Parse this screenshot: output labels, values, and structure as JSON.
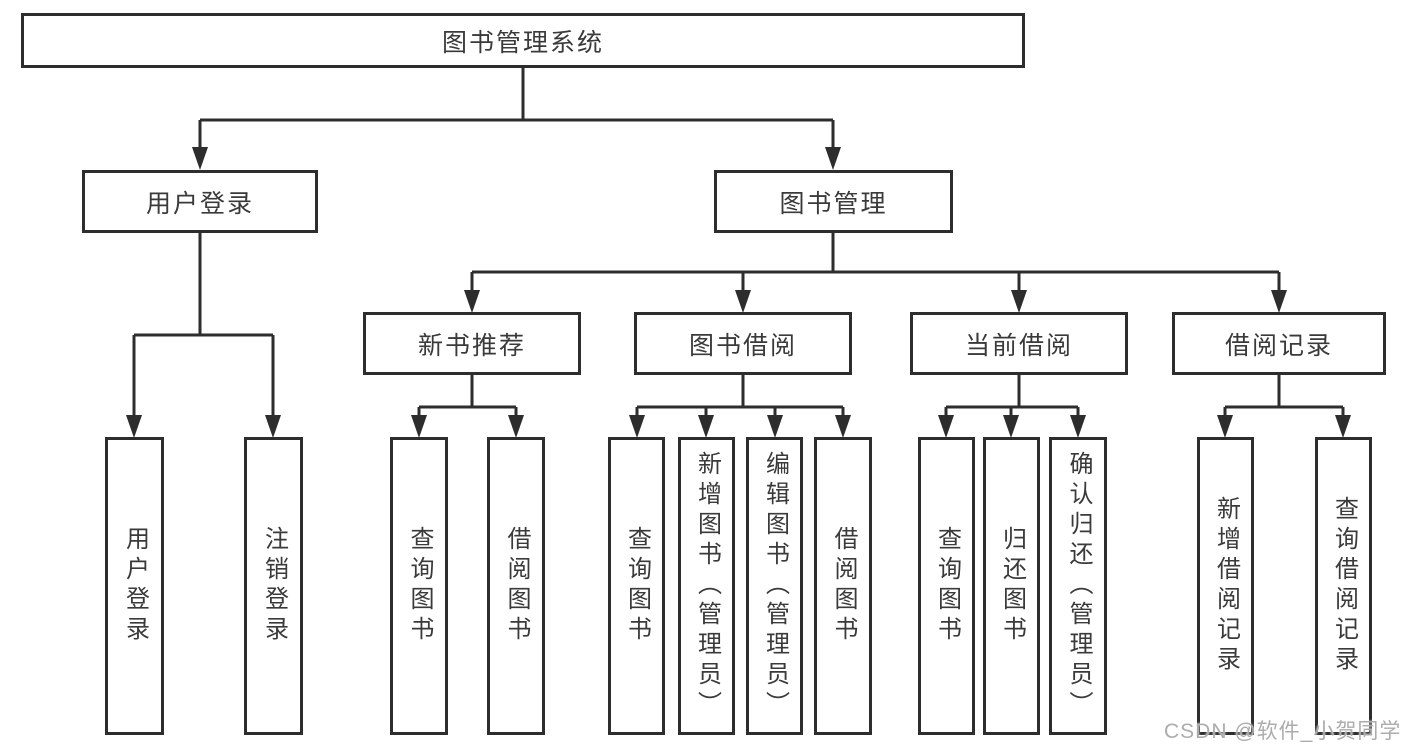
{
  "diagram_title": "图书管理系统",
  "colors": {
    "line": "#2d2d2d",
    "box_border": "#2d2d2d",
    "text": "#3a3a3a",
    "watermark": "#acacac",
    "background": "#ffffff"
  },
  "nodes": {
    "root": "图书管理系统",
    "user_login": "用户登录",
    "book_mgmt": "图书管理",
    "new_book_rec": "新书推荐",
    "book_borrow": "图书借阅",
    "current_borrow": "当前借阅",
    "borrow_records": "借阅记录",
    "leaf_user_login": "用户登录",
    "leaf_logout": "注销登录",
    "leaf_nr_query_books": "查询图书",
    "leaf_nr_borrow_books": "借阅图书",
    "leaf_bb_query_books": "查询图书",
    "leaf_bb_add_books": "新增图书（管理员）",
    "leaf_bb_edit_books": "编辑图书（管理员）",
    "leaf_bb_borrow_books": "借阅图书",
    "leaf_cb_query_books": "查询图书",
    "leaf_cb_return_books": "归还图书",
    "leaf_cb_confirm_return": "确认归还（管理员）",
    "leaf_br_add_record": "新增借阅记录",
    "leaf_br_query_record": "查询借阅记录"
  },
  "hierarchy": {
    "label": "图书管理系统",
    "children": [
      {
        "label": "用户登录",
        "children": [
          {
            "label": "用户登录"
          },
          {
            "label": "注销登录"
          }
        ]
      },
      {
        "label": "图书管理",
        "children": [
          {
            "label": "新书推荐",
            "children": [
              {
                "label": "查询图书"
              },
              {
                "label": "借阅图书"
              }
            ]
          },
          {
            "label": "图书借阅",
            "children": [
              {
                "label": "查询图书"
              },
              {
                "label": "新增图书（管理员）"
              },
              {
                "label": "编辑图书（管理员）"
              },
              {
                "label": "借阅图书"
              }
            ]
          },
          {
            "label": "当前借阅",
            "children": [
              {
                "label": "查询图书"
              },
              {
                "label": "归还图书"
              },
              {
                "label": "确认归还（管理员）"
              }
            ]
          },
          {
            "label": "借阅记录",
            "children": [
              {
                "label": "新增借阅记录"
              },
              {
                "label": "查询借阅记录"
              }
            ]
          }
        ]
      }
    ]
  },
  "watermark": "CSDN @软件_小贺同学"
}
